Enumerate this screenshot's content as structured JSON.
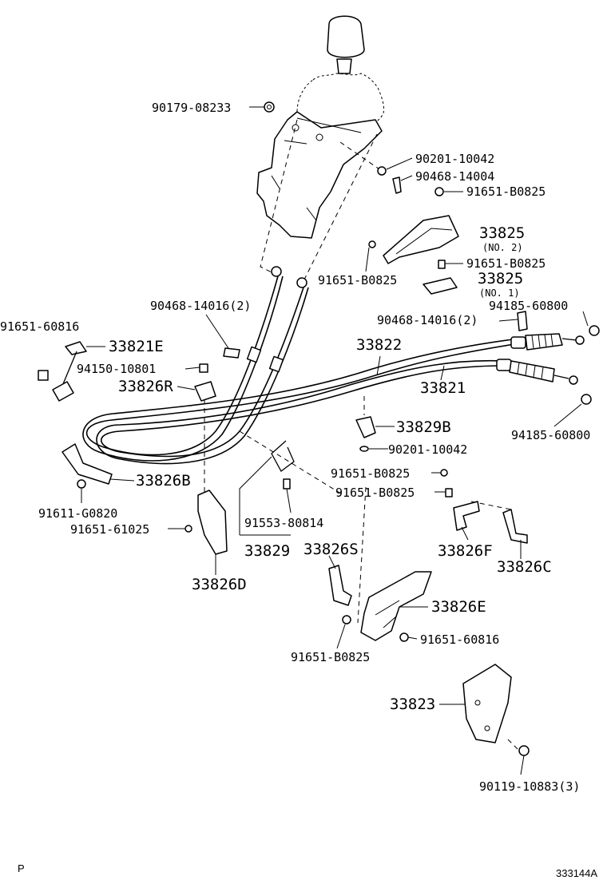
{
  "labels": {
    "p90179_08233": "90179-08233",
    "p90201_10042_a": "90201-10042",
    "p90468_14004": "90468-14004",
    "p91651_B0825_a": "91651-B0825",
    "p33825_no2": "33825",
    "p33825_no2_sub": "(NO. 2)",
    "p91651_B0825_b": "91651-B0825",
    "p91651_B0825_c": "91651-B0825",
    "p33825_no1": "33825",
    "p33825_no1_sub": "(NO. 1)",
    "p90468_14016_2_a": "90468-14016(2)",
    "p94185_60800_a": "94185-60800",
    "p91651_60816_a": "91651-60816",
    "p33821E": "33821E",
    "p90468_14016_2_b": "90468-14016(2)",
    "p33822": "33822",
    "p94150_10801": "94150-10801",
    "p33821": "33821",
    "p33826R": "33826R",
    "p33829B": "33829B",
    "p94185_60800_b": "94185-60800",
    "p90201_10042_b": "90201-10042",
    "p91651_B0825_d": "91651-B0825",
    "p33826B": "33826B",
    "p91651_B0825_e": "91651-B0825",
    "p91611_G0820": "91611-G0820",
    "p91553_80814": "91553-80814",
    "p91651_61025": "91651-61025",
    "p33829": "33829",
    "p33826S": "33826S",
    "p33826F": "33826F",
    "p33826C": "33826C",
    "p33826D": "33826D",
    "p33826E": "33826E",
    "p91651_60816_b": "91651-60816",
    "p91651_B0825_f": "91651-B0825",
    "p33823": "33823",
    "p90119_10883_3": "90119-10883(3)"
  },
  "corner": {
    "left": "P",
    "right": "333144A"
  }
}
